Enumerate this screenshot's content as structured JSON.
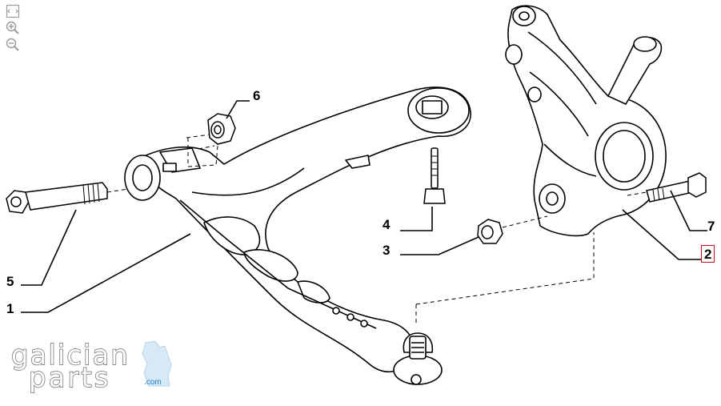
{
  "toolbar": {
    "icons": [
      "fit-screen-icon",
      "zoom-in-icon",
      "zoom-out-icon"
    ]
  },
  "callouts": {
    "c1": "1",
    "c2": "2",
    "c3": "3",
    "c4": "4",
    "c5": "5",
    "c6": "6",
    "c7": "7"
  },
  "highlighted_callout": "2",
  "logo": {
    "line1": "galician",
    "line2": "parts",
    "suffix": ".com"
  },
  "colors": {
    "line": "#000000",
    "highlight_border": "#d0021b",
    "logo_text": "#666666",
    "logo_accent": "#1f7fc0"
  }
}
